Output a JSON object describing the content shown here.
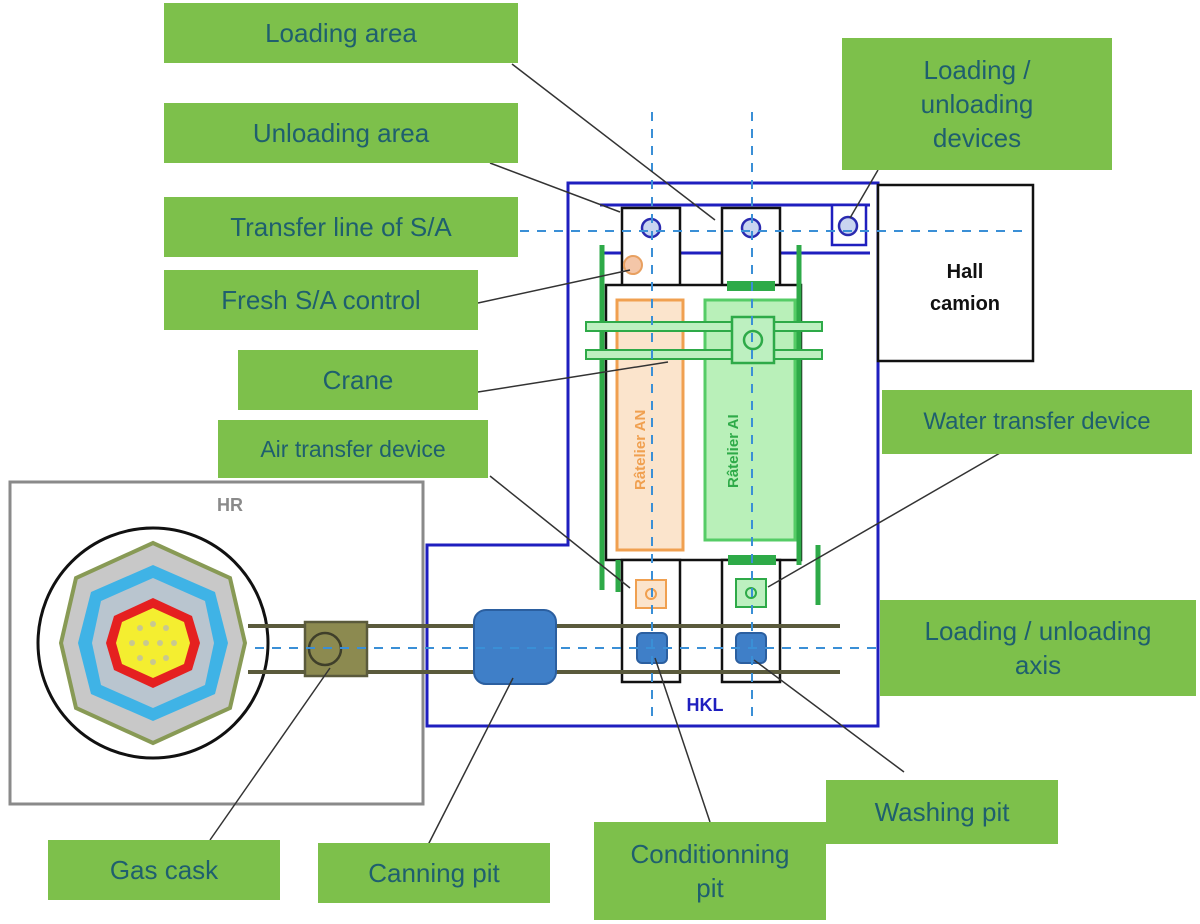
{
  "labels": {
    "loading_area": "Loading area",
    "unloading_area": "Unloading area",
    "transfer_line": "Transfer line of S/A",
    "fresh_control": "Fresh S/A control",
    "crane": "Crane",
    "air_transfer": "Air transfer device",
    "loading_unloading_devices": "Loading /\nunloading\ndevices",
    "water_transfer": "Water transfer device",
    "loading_unloading_axis": "Loading / unloading\naxis",
    "washing_pit": "Washing pit",
    "conditionning_pit": "Conditionning\npit",
    "canning_pit": "Canning pit",
    "gas_cask": "Gas cask"
  },
  "plan_labels": {
    "hall_camion": "Hall\ncamion",
    "hr": "HR",
    "hkl": "HKL",
    "ratelier_an": "Râtelier AN",
    "ratelier_ai": "Râtelier AI"
  },
  "colors": {
    "label_bg": "#7dc04b",
    "label_text": "#1f5f6e",
    "building_outline": "#1f1fbf",
    "rail": "#5a5a3c",
    "rack_an": "#f0a050",
    "rack_ai": "#55cc66",
    "axis_dash": "#3a8fd6",
    "pit": "#3f7fc8"
  }
}
